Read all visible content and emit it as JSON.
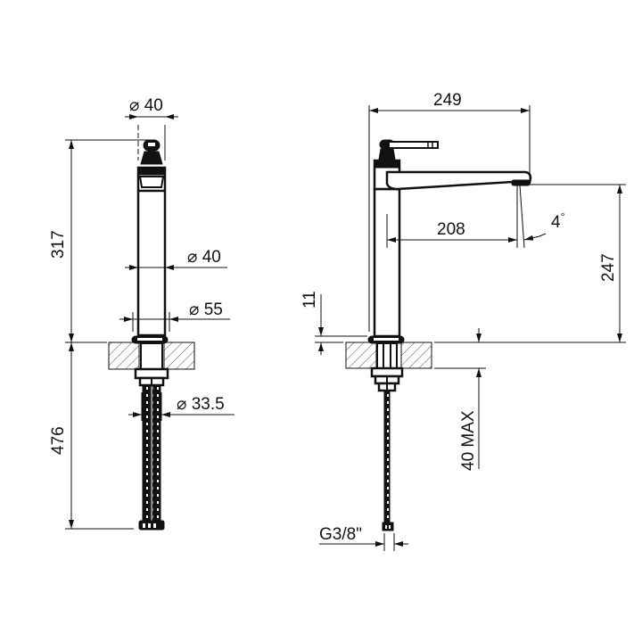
{
  "drawing": {
    "title": "Single-lever kitchen mixer technical drawing",
    "views": [
      "front-view",
      "side-view"
    ],
    "line_color": "#111111",
    "hatch_color": "#555555"
  },
  "front_view": {
    "dims": {
      "top_diameter": {
        "symbol": "⌀",
        "value": "40"
      },
      "body_diameter": {
        "symbol": "⌀",
        "value": "40"
      },
      "base_diameter": {
        "symbol": "⌀",
        "value": "55"
      },
      "shank_diameter": {
        "symbol": "⌀",
        "value": "33.5"
      },
      "height_above_deck": "317",
      "hose_length": "476"
    }
  },
  "side_view": {
    "dims": {
      "overall_reach": "249",
      "spout_reach": "208",
      "spout_angle": "4",
      "angle_unit": "°",
      "spout_height": "247",
      "base_height": "11",
      "max_deck_thickness": "40 MAX",
      "connection_thread": "G3/8\""
    }
  }
}
